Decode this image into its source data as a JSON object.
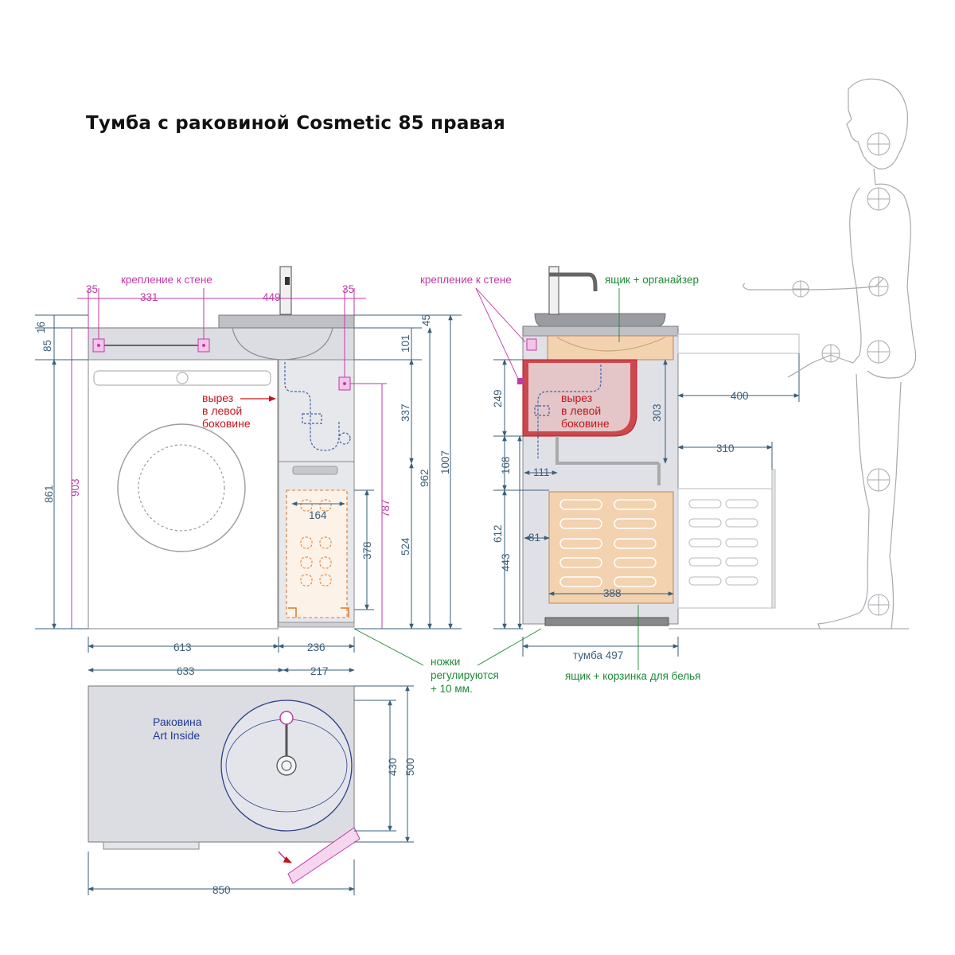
{
  "title": "Тумба с раковиной Cosmetic 85 правая",
  "colors": {
    "dimension": "#3a5f7a",
    "mount": "#c03aa8",
    "cutout": "#c4141c",
    "drawer": "#1e8a36",
    "sink": "#1f3a9a",
    "wood": "#f3d2b0",
    "panel": "#dcdde2"
  },
  "labels": {
    "wall_mount_front": "крепление к стене",
    "wall_mount_side": "крепление к стене",
    "drawer_organizer": "ящик + органайзер",
    "cutout_front_1": "вырез",
    "cutout_front_2": "в левой",
    "cutout_front_3": "боковине",
    "cutout_side_1": "вырез",
    "cutout_side_2": "в левой",
    "cutout_side_3": "боковине",
    "legs_1": "ножки",
    "legs_2": "регулируются",
    "legs_3": "+ 10 мм.",
    "drawer_basket": "ящик + корзинка для белья",
    "cabinet_depth": "тумба 497",
    "sink_1": "Раковина",
    "sink_2": "Art Inside"
  },
  "dimensions": {
    "d35_left": "35",
    "d331": "331",
    "d449": "449",
    "d35_right": "35",
    "d16": "16",
    "d85": "85",
    "d861": "861",
    "d903": "903",
    "d45": "45",
    "d101": "101",
    "d337": "337",
    "d787": "787",
    "d962": "962",
    "d1007": "1007",
    "d164": "164",
    "d378": "378",
    "d524": "524",
    "d613": "613",
    "d236": "236",
    "d633": "633",
    "d217": "217",
    "d430": "430",
    "d500": "500",
    "d850": "850",
    "d249": "249",
    "d303": "303",
    "d400": "400",
    "d310": "310",
    "d168": "168",
    "d111": "111",
    "d612": "612",
    "d81": "81",
    "d443": "443",
    "d388": "388"
  }
}
